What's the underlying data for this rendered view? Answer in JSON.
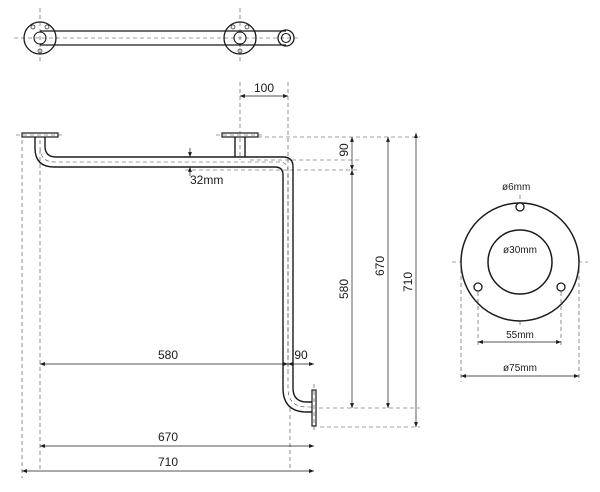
{
  "dimensions": {
    "top_offset": "100",
    "pipe_diameter": "32mm",
    "vertical_step": "90",
    "vertical_580": "580",
    "vertical_670": "670",
    "vertical_710": "710",
    "horizontal_580": "580",
    "horizontal_90": "90",
    "horizontal_670": "670",
    "horizontal_710": "710"
  },
  "flange": {
    "hole_diameter": "ø6mm",
    "inner_diameter": "ø30mm",
    "hole_spacing": "55mm",
    "outer_diameter": "ø75mm"
  },
  "colors": {
    "line": "#1a1a1a",
    "background": "#ffffff"
  }
}
